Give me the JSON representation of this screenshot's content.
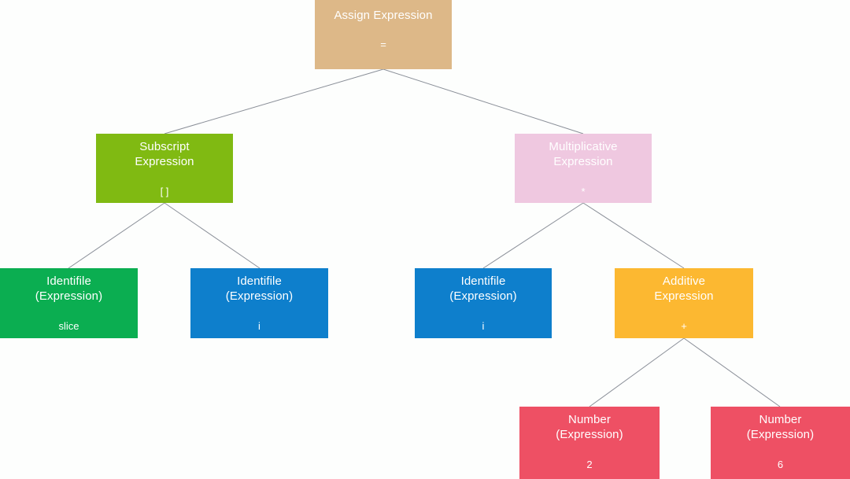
{
  "diagram": {
    "type": "abstract-syntax-tree",
    "background_color": "#fdfefd",
    "edge_color": "#8a8f98",
    "nodes": [
      {
        "id": "root",
        "title": "Assign Expression",
        "symbol": "=",
        "color": "#ddb888",
        "text_color": "#ffffff"
      },
      {
        "id": "subscript",
        "title": "Subscript\nExpression",
        "symbol": "[ ]",
        "color": "#80ba12",
        "text_color": "#ffffff"
      },
      {
        "id": "multiplicative",
        "title": "Multiplicative\nExpression",
        "symbol": "*",
        "color": "#efc8e0",
        "text_color": "#ffffff"
      },
      {
        "id": "ident-slice",
        "title": "Identifile\n(Expression)",
        "symbol": "slice",
        "color": "#0bae51",
        "text_color": "#ffffff"
      },
      {
        "id": "ident-i1",
        "title": "Identifile\n(Expression)",
        "symbol": "i",
        "color": "#0e7fcc",
        "text_color": "#ffffff"
      },
      {
        "id": "ident-i2",
        "title": "Identifile\n(Expression)",
        "symbol": "i",
        "color": "#0e7fcc",
        "text_color": "#ffffff"
      },
      {
        "id": "additive",
        "title": "Additive\nExpression",
        "symbol": "+",
        "color": "#fcb831",
        "text_color": "#ffffff"
      },
      {
        "id": "num-2",
        "title": "Number\n(Expression)",
        "symbol": "2",
        "color": "#ee5064",
        "text_color": "#ffffff"
      },
      {
        "id": "num-6",
        "title": "Number\n(Expression)",
        "symbol": "6",
        "color": "#ee5064",
        "text_color": "#ffffff"
      }
    ],
    "edges": [
      {
        "from": "root",
        "to": "subscript"
      },
      {
        "from": "root",
        "to": "multiplicative"
      },
      {
        "from": "subscript",
        "to": "ident-slice"
      },
      {
        "from": "subscript",
        "to": "ident-i1"
      },
      {
        "from": "multiplicative",
        "to": "ident-i2"
      },
      {
        "from": "multiplicative",
        "to": "additive"
      },
      {
        "from": "additive",
        "to": "num-2"
      },
      {
        "from": "additive",
        "to": "num-6"
      }
    ]
  }
}
